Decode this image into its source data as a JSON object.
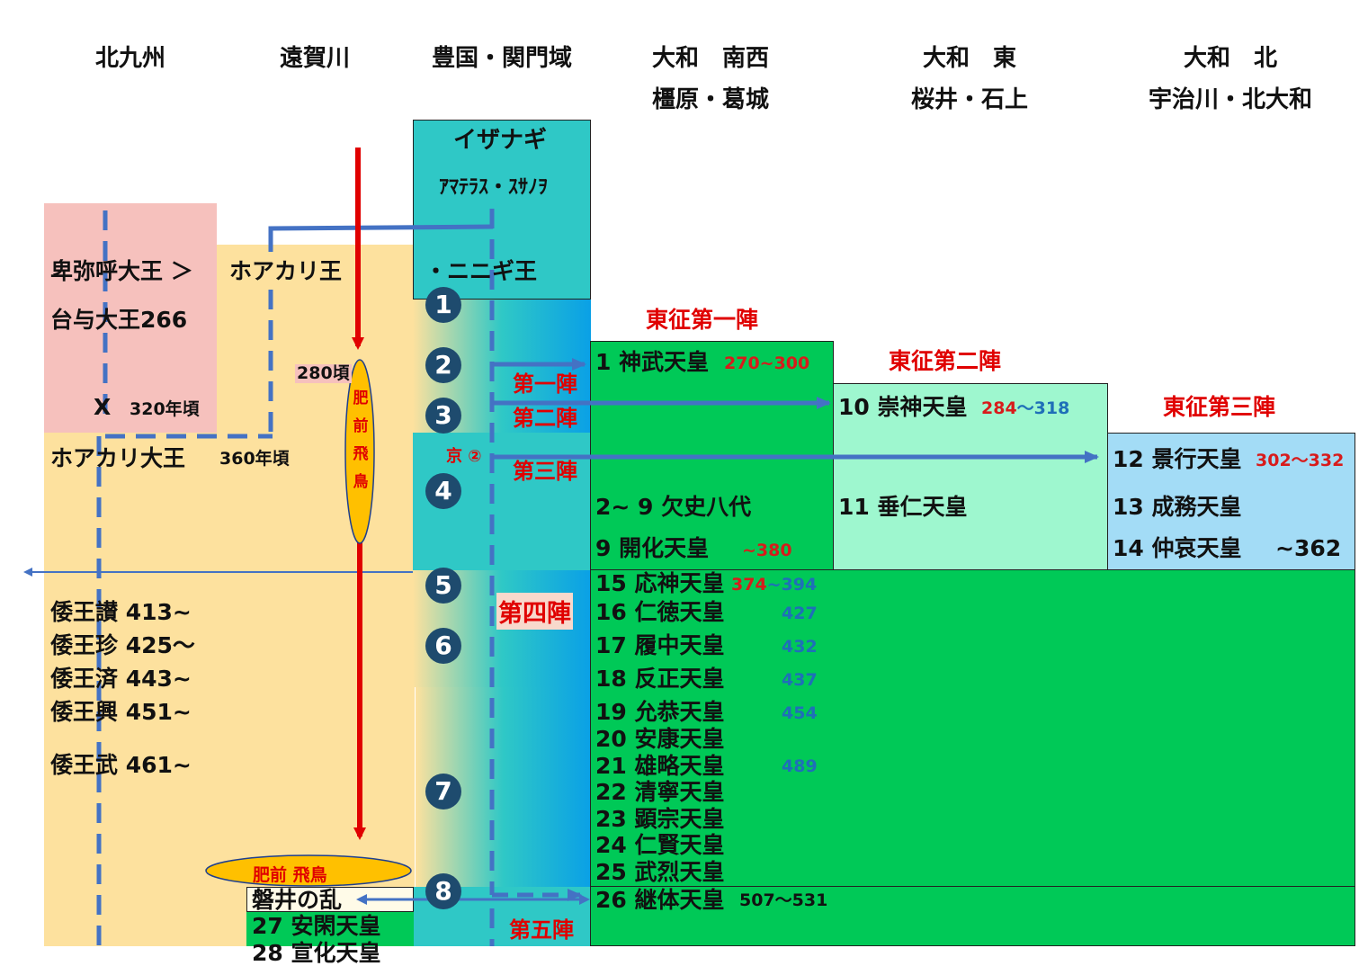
{
  "headers": {
    "kitakyushu": "北九州",
    "ongagawa": "遠賀川",
    "toyokuni": "豊国・関門域",
    "yamato_sw": "大和　南西",
    "yamato_sw_sub": "橿原・葛城",
    "yamato_e": "大和　東",
    "yamato_e_sub": "桜井・石上",
    "yamato_n": "大和　北",
    "yamato_n_sub": "宇治川・北大和"
  },
  "toyokuni_box": {
    "izanagi": "イザナギ",
    "amaterasu": "ｱﾏﾃﾗｽ・ｽｻﾉｦ",
    "ninigi": "・ニニギ王",
    "kyo": "京 ②"
  },
  "circles": [
    "1",
    "2",
    "3",
    "4",
    "5",
    "6",
    "7",
    "8"
  ],
  "left_labels": {
    "himiko": "卑弥呼大王 ＞",
    "toyo": "台与大王266",
    "x": "X",
    "x_year": "320年頃",
    "hoakari_king": "ホアカリ王",
    "hoakari_great": "ホアカリ大王",
    "hoakari_year": "360年頃",
    "year280": "280頃",
    "hizen_asuka_v": [
      "肥",
      "前",
      "飛",
      "鳥"
    ],
    "hizen_asuka": "肥前 飛鳥",
    "iwai": "磐井の乱",
    "ankan": "27 安閑天皇",
    "senka": "28 宣化天皇"
  },
  "wa_kings": [
    {
      "name": "倭王讃 413~"
    },
    {
      "name": "倭王珍 425～"
    },
    {
      "name": "倭王済 443~"
    },
    {
      "name": "倭王興 451~"
    },
    {
      "name": "倭王武 461~"
    }
  ],
  "campaigns": {
    "east1": "東征第一陣",
    "east2": "東征第二陣",
    "east3": "東征第三陣",
    "wave1": "第一陣",
    "wave2": "第二陣",
    "wave3": "第三陣",
    "wave4": "第四陣",
    "wave5": "第五陣"
  },
  "emperors_sw": [
    {
      "name": "1 神武天皇",
      "year": "270~300"
    },
    {
      "name": "2~ 9 欠史八代",
      "year": ""
    },
    {
      "name": "9 開化天皇",
      "year": "~380"
    }
  ],
  "emperors_e": [
    {
      "name": "10 崇神天皇",
      "year_a": "284",
      "year_b": "～318"
    },
    {
      "name": "11 垂仁天皇"
    }
  ],
  "emperors_n": [
    {
      "name": "12 景行天皇",
      "year": "302～332"
    },
    {
      "name": "13 成務天皇"
    },
    {
      "name": "14 仲哀天皇",
      "year": "~362"
    }
  ],
  "emperors_main": [
    {
      "name": "15 応神天皇",
      "year_a": "374",
      "year_b": "~394"
    },
    {
      "name": "16 仁徳天皇",
      "year": "427"
    },
    {
      "name": "17 履中天皇",
      "year": "432"
    },
    {
      "name": "18 反正天皇",
      "year": "437"
    },
    {
      "name": "19 允恭天皇",
      "year": "454"
    },
    {
      "name": "20 安康天皇",
      "year": ""
    },
    {
      "name": "21 雄略天皇",
      "year": "489"
    },
    {
      "name": "22 清寧天皇",
      "year": ""
    },
    {
      "name": "23 顕宗天皇",
      "year": ""
    },
    {
      "name": "24 仁賢天皇",
      "year": ""
    },
    {
      "name": "25 武烈天皇",
      "year": ""
    }
  ],
  "keitai": {
    "name": "26 継体天皇",
    "year": "507～531"
  },
  "colors": {
    "pink": "#f6c1bd",
    "sand": "#fde19e",
    "teal": "#2fc8c6",
    "green": "#00c957",
    "mint": "#9ef7cf",
    "sky": "#a3dcf6",
    "blue_line": "#4472c4",
    "red": "#e00000",
    "oval": "#ffc000"
  }
}
